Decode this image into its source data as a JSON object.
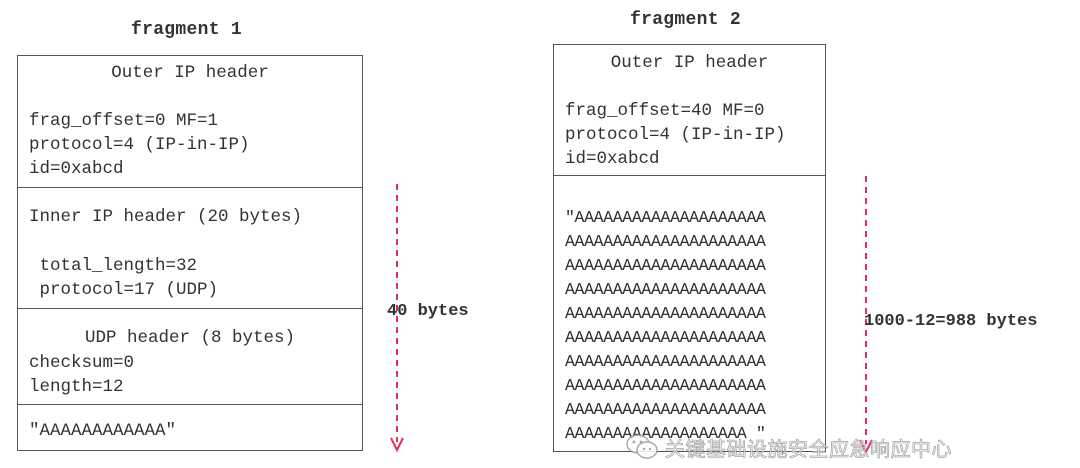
{
  "fragment1": {
    "title": "fragment 1",
    "outer_ip": {
      "heading": "Outer IP header",
      "lines": [
        "frag_offset=0 MF=1",
        "protocol=4 (IP-in-IP)",
        "id=0xabcd"
      ]
    },
    "inner_ip": {
      "heading": "Inner IP header (20 bytes)",
      "lines": [
        " total_length=32",
        " protocol=17 (UDP)"
      ]
    },
    "udp": {
      "heading": "UDP header (8 bytes)",
      "lines": [
        "checksum=0",
        "length=12"
      ]
    },
    "payload": "\"AAAAAAAAAAAA\"",
    "size_label": "40 bytes"
  },
  "fragment2": {
    "title": "fragment 2",
    "outer_ip": {
      "heading": "Outer IP header",
      "lines": [
        "frag_offset=40 MF=0",
        "protocol=4 (IP-in-IP)",
        "id=0xabcd"
      ]
    },
    "payload_lines": [
      "\"AAAAAAAAAAAAAAAAAAAA",
      "AAAAAAAAAAAAAAAAAAAAA",
      "AAAAAAAAAAAAAAAAAAAAA",
      "AAAAAAAAAAAAAAAAAAAAA",
      "AAAAAAAAAAAAAAAAAAAAA",
      "AAAAAAAAAAAAAAAAAAAAA",
      "AAAAAAAAAAAAAAAAAAAAA",
      "AAAAAAAAAAAAAAAAAAAAA",
      "AAAAAAAAAAAAAAAAAAAAA",
      "AAAAAAAAAAAAAAAAAAA \""
    ],
    "size_label": "1000-12=988 bytes"
  },
  "watermark": {
    "text": "关键基础设施安全应急响应中心",
    "icon": "wechat-icon"
  },
  "colors": {
    "border": "#555555",
    "text": "#333333",
    "arrow": "#e0305a"
  }
}
